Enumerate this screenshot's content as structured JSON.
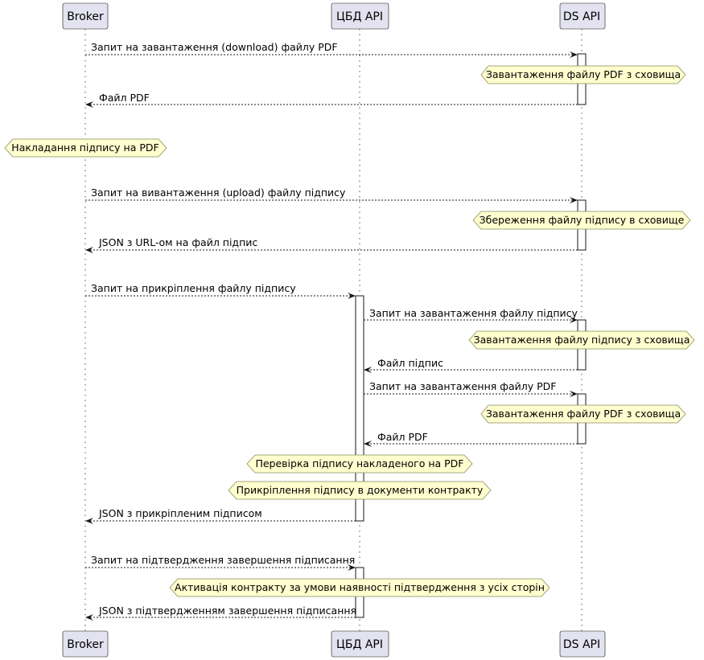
{
  "participants": [
    {
      "id": "broker",
      "label": "Broker"
    },
    {
      "id": "cbd",
      "label": "ЦБД API"
    },
    {
      "id": "ds",
      "label": "DS API"
    }
  ],
  "messages": [
    {
      "from": "broker",
      "to": "ds",
      "label": "Запит на завантаження (download) файлу PDF"
    },
    {
      "from": "ds",
      "to": "broker",
      "label": "Файл PDF"
    },
    {
      "from": "broker",
      "to": "ds",
      "label": "Запит на вивантаження (upload) файлу підпису"
    },
    {
      "from": "ds",
      "to": "broker",
      "label": "JSON з URL-ом на файл підпис"
    },
    {
      "from": "broker",
      "to": "cbd",
      "label": "Запит на прикріплення файлу підпису"
    },
    {
      "from": "cbd",
      "to": "ds",
      "label": "Запит на завантаження файлу підпису"
    },
    {
      "from": "ds",
      "to": "cbd",
      "label": "Файл підпис"
    },
    {
      "from": "cbd",
      "to": "ds",
      "label": "Запит на завантаження файлу PDF"
    },
    {
      "from": "ds",
      "to": "cbd",
      "label": "Файл PDF"
    },
    {
      "from": "cbd",
      "to": "broker",
      "label": "JSON з прикріпленим підписом"
    },
    {
      "from": "broker",
      "to": "cbd",
      "label": "Запит на підтвердження завершення підписання"
    },
    {
      "from": "cbd",
      "to": "broker",
      "label": "JSON з підтвердженням завершення підписання"
    }
  ],
  "notes": [
    {
      "over": "ds",
      "label": "Завантаження файлу PDF з сховища"
    },
    {
      "over": "broker",
      "label": "Накладання підпису на PDF"
    },
    {
      "over": "ds",
      "label": "Збереження файлу підпису в сховище"
    },
    {
      "over": "ds",
      "label": "Завантаження файлу підпису з сховища"
    },
    {
      "over": "ds",
      "label": "Завантаження файлу PDF з сховища"
    },
    {
      "over": "cbd",
      "label": "Перевірка підпису накладеного на PDF"
    },
    {
      "over": "cbd",
      "label": "Прикріплення підпису в документи контракту"
    },
    {
      "over": "cbd",
      "label": "Активація контракту за умови наявності підтвердження з усіх сторін"
    }
  ]
}
